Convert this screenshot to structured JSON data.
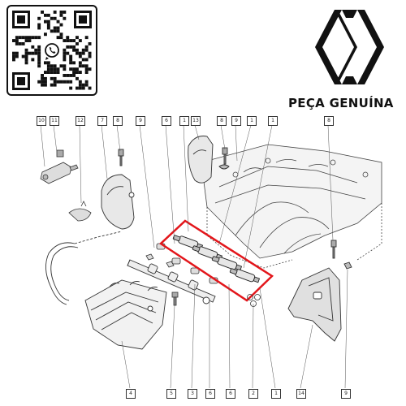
{
  "brand": {
    "caption": "PEÇA GENUÍNA"
  },
  "qr": {
    "center_icon": "whatsapp-icon"
  },
  "diagram": {
    "highlight_color": "#e3161b",
    "callouts": [
      {
        "id": "c1",
        "number": "10"
      },
      {
        "id": "c2",
        "number": "11"
      },
      {
        "id": "c3",
        "number": "12"
      },
      {
        "id": "c4",
        "number": "7"
      },
      {
        "id": "c5",
        "number": "8"
      },
      {
        "id": "c6",
        "number": "9"
      },
      {
        "id": "c7",
        "number": "6"
      },
      {
        "id": "c8",
        "number": "1"
      },
      {
        "id": "c9",
        "number": "13"
      },
      {
        "id": "c10",
        "number": "8"
      },
      {
        "id": "c11",
        "number": "9"
      },
      {
        "id": "c12",
        "number": "1"
      },
      {
        "id": "c13",
        "number": "1"
      },
      {
        "id": "c14",
        "number": "8"
      },
      {
        "id": "c15",
        "number": "4"
      },
      {
        "id": "c16",
        "number": "5"
      },
      {
        "id": "c17",
        "number": "3"
      },
      {
        "id": "c18",
        "number": "6"
      },
      {
        "id": "c19",
        "number": "6"
      },
      {
        "id": "c20",
        "number": "2"
      },
      {
        "id": "c21",
        "number": "1"
      },
      {
        "id": "c22",
        "number": "14"
      },
      {
        "id": "c23",
        "number": "9"
      }
    ]
  }
}
